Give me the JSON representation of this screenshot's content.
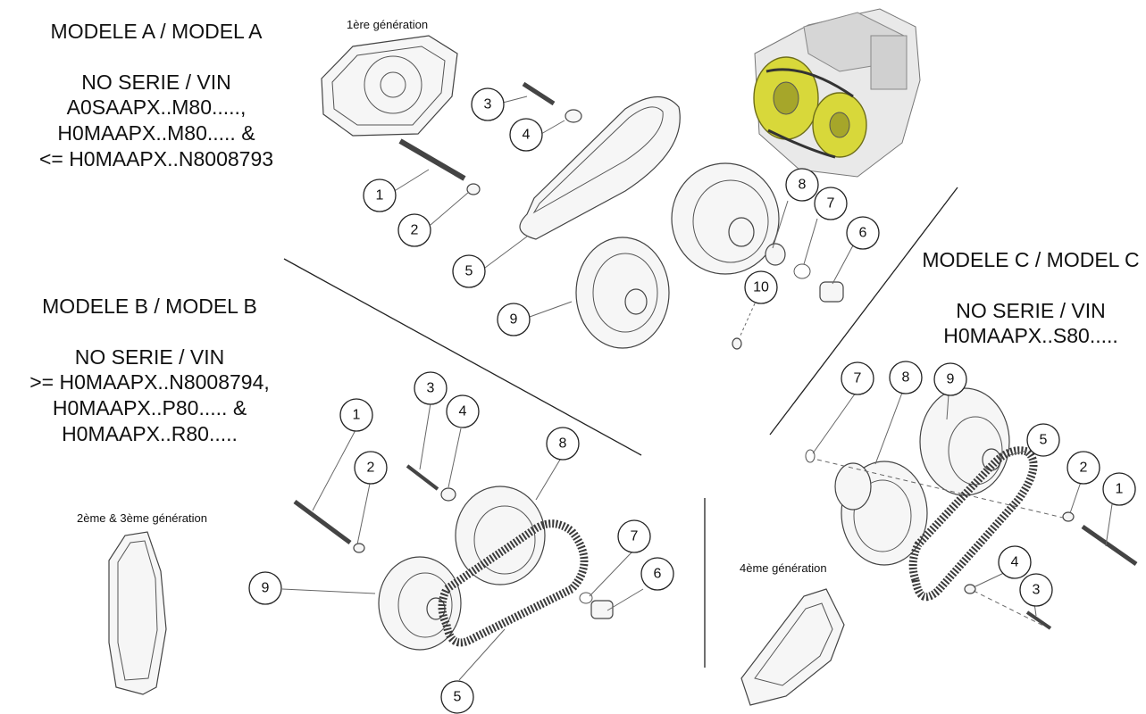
{
  "model_a": {
    "title": "MODELE A / MODEL A",
    "vin_label": "NO SERIE / VIN",
    "vin_lines": [
      "A0SAAPX..M80.....,",
      "H0MAAPX..M80..... &",
      "<= H0MAAPX..N8008793"
    ]
  },
  "model_b": {
    "title": "MODELE B / MODEL B",
    "vin_label": "NO SERIE / VIN",
    "vin_lines": [
      ">= H0MAAPX..N8008794,",
      "H0MAAPX..P80..... &",
      "H0MAAPX..R80....."
    ]
  },
  "model_c": {
    "title": "MODELE C / MODEL C",
    "vin_label": "NO SERIE / VIN",
    "vin_lines": [
      "H0MAAPX..S80....."
    ]
  },
  "generations": {
    "gen1": "1ère génération",
    "gen23": "2ème & 3ème génération",
    "gen4": "4ème génération"
  },
  "callouts": {
    "a": [
      "1",
      "2",
      "3",
      "4",
      "5",
      "6",
      "7",
      "8",
      "9",
      "10"
    ],
    "b": [
      "1",
      "2",
      "3",
      "4",
      "5",
      "6",
      "7",
      "8",
      "9"
    ],
    "c": [
      "1",
      "2",
      "3",
      "4",
      "5",
      "7",
      "8",
      "9"
    ]
  },
  "icons": {
    "cover": "cvt-cover-icon",
    "engine": "engine-icon",
    "pulley": "pulley-icon",
    "belt": "drive-belt-icon",
    "bolt": "bolt-icon"
  },
  "colors": {
    "highlight": "#d8d83a",
    "line": "#222222"
  }
}
